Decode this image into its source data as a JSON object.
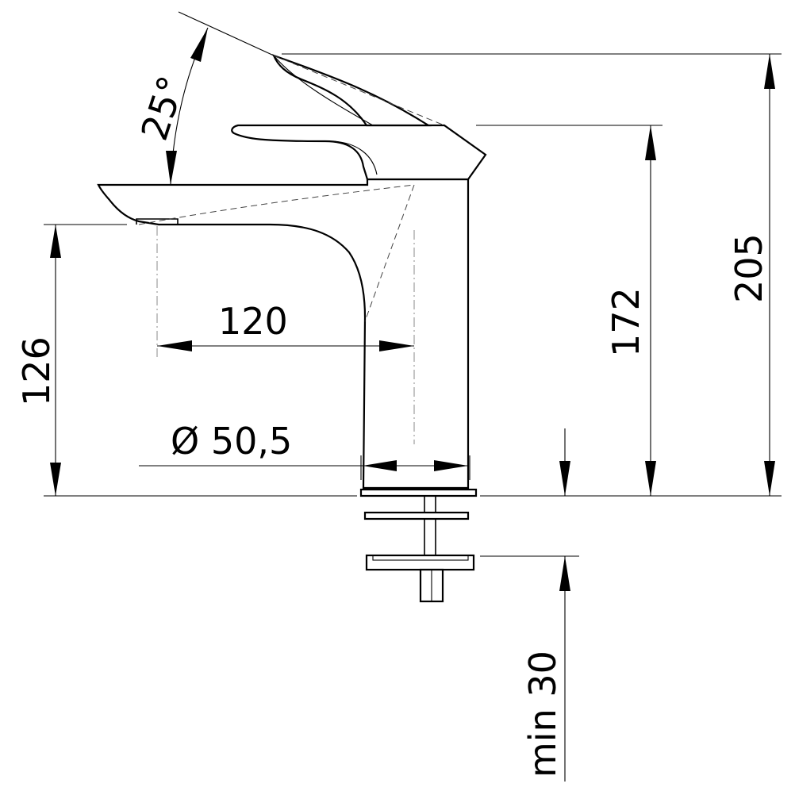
{
  "dimensions": {
    "angle": "25°",
    "reach": "120",
    "spout_height": "126",
    "body_diameter": "Ø 50,5",
    "body_height": "172",
    "total_height": "205",
    "min_clearance": "min 30"
  }
}
